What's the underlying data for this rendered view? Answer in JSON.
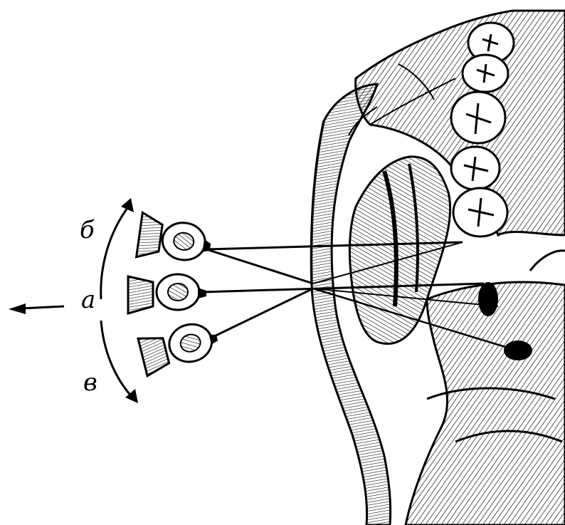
{
  "labels": {
    "b": "б",
    "a": "а",
    "v": "в"
  },
  "colors": {
    "ink": "#000000",
    "paper": "#ffffff"
  }
}
